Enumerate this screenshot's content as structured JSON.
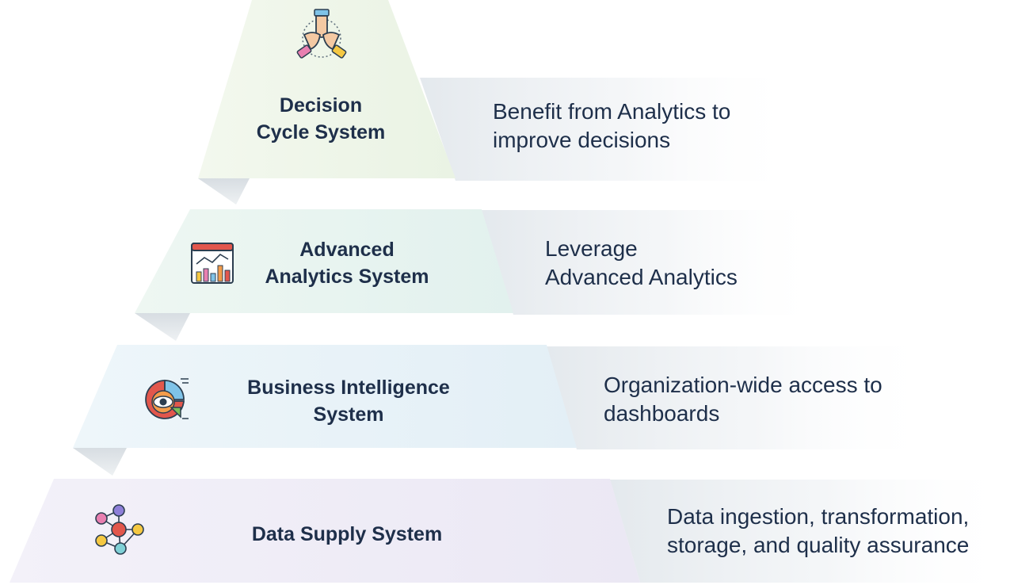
{
  "diagram": {
    "tiers": [
      {
        "id": "decision",
        "title_line1": "Decision",
        "title_line2": "Cycle System",
        "desc_line1": "Benefit from Analytics to",
        "desc_line2": "improve decisions",
        "icon": "teamwork-hands-icon",
        "color": "#eef5ea"
      },
      {
        "id": "advanced",
        "title_line1": "Advanced",
        "title_line2": "Analytics System",
        "desc_line1": "Leverage",
        "desc_line2": "Advanced Analytics",
        "icon": "analytics-dashboard-icon",
        "color": "#e8f4f2"
      },
      {
        "id": "bi",
        "title_line1": "Business Intelligence",
        "title_line2": "System",
        "desc_line1": "Organization-wide access to",
        "desc_line2": "dashboards",
        "icon": "eye-chart-icon",
        "color": "#e9f3f8"
      },
      {
        "id": "supply",
        "title_line1": "Data Supply System",
        "desc_line1": "Data ingestion, transformation,",
        "desc_line2": "storage, and quality assurance",
        "icon": "network-nodes-icon",
        "color": "#f0eef8"
      }
    ]
  }
}
